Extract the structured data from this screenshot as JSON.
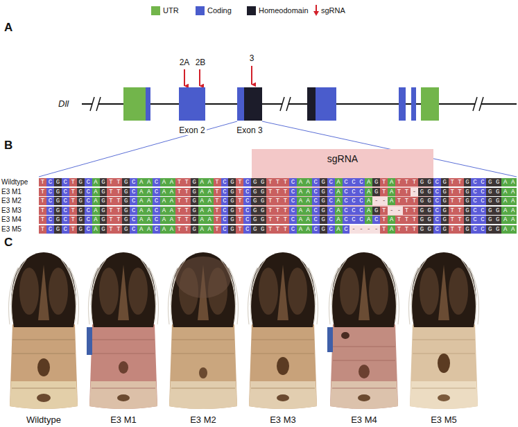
{
  "diagram": {
    "nodes": [
      {
        "text": [
          "Exon 2"
        ]
      },
      {
        "text": [
          "Exon 3"
        ]
      },
      {
        "text": [
          "sgRNA"
        ]
      }
    ],
    "labels": [
      "A",
      "2A",
      "2B",
      "3",
      "Dll",
      "B",
      "Wildtype",
      "E3 M1",
      "E3 M2",
      "E3 M3",
      "E3 M4",
      "E3 M5",
      "TCGCTGCAGTTGCAACAATTGAATCGTCGGTTTCAACGCACCCAGTATTTGGCGTTGCCGGAA",
      "TCGCTGCAGTTGCAACAATTGAATCGTCGGTTTCAACGCACCCAGTATT-GGCGTTGCCGGAA",
      "TCGCTGCAGTTGCAACAATTGAATCGTCGGTTTCAACGCACCCA--ATTTGGCGTTGCCGGAA",
      "TCGCTGCAGTTGCAACAATTGAATCGTCGGTTTCAACGCACCCAGT--TTGGCGTTGCCGGAA",
      "TCGCTGCAGTTGCAACAATTGAATCGTCGGTTTCAACGCACCCACTATTTGGCGTTGCCGGAA",
      "TCGCTGCAGTTGCAACAATTGAATCGTCGGTTTCAACGCAC----TATTTGGCGTTGCCGGAA",
      "C",
      "Wildtype",
      "E3 M1",
      "E3 M2",
      "E3 M3",
      "E3 M4",
      "E3 M5"
    ],
    "legend": [
      {
        "text": "UTR",
        "color": "#72b54b"
      },
      {
        "text": "Coding",
        "color": "#4a5ccc"
      },
      {
        "text": "Homeodomain",
        "color": "#1c1c2a"
      },
      {
        "text": "sgRNA"
      }
    ]
  }
}
